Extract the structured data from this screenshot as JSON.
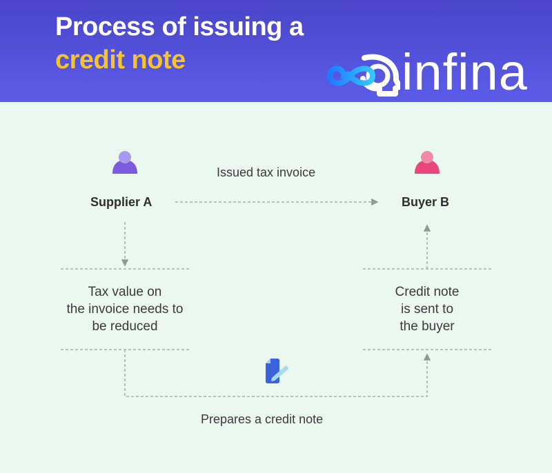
{
  "header": {
    "title_line1": "Process of issuing a",
    "title_line2": "credit note",
    "title_line2_color": "#f4c430",
    "background_color": "#5153dc",
    "logo": {
      "icon": "infinity-head-icon",
      "text": "infina"
    }
  },
  "diagram": {
    "nodes": {
      "supplier": {
        "label": "Supplier A",
        "icon": "person-icon",
        "icon_color": "#7b5ce0"
      },
      "buyer": {
        "label": "Buyer B",
        "icon": "person-icon",
        "icon_color": "#e8477a"
      }
    },
    "edges": {
      "issued_invoice": "Issued tax invoice",
      "prepares_credit_note": "Prepares a credit note"
    },
    "steps": {
      "tax_reduce": [
        "Tax value on",
        "the invoice needs to",
        "be reduced"
      ],
      "credit_sent": [
        "Credit note",
        "is sent to",
        "the buyer"
      ]
    },
    "center_icon": "document-edit-icon"
  }
}
